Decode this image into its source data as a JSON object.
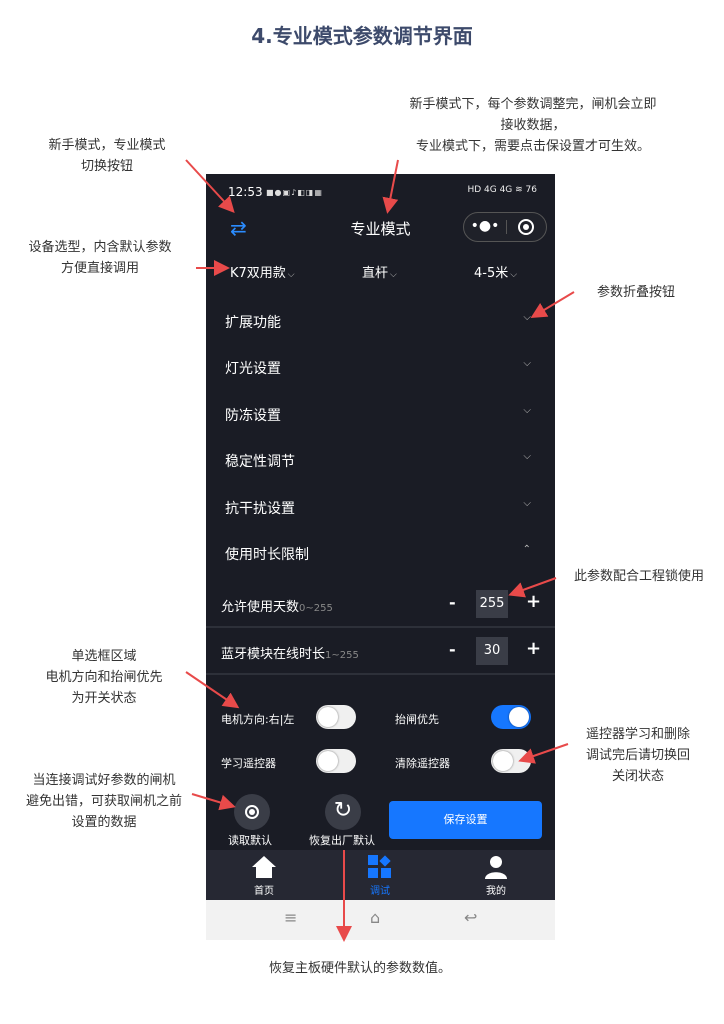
{
  "doc": {
    "title": "4.专业模式参数调节界面",
    "annotations": {
      "switch_note_1": "新手模式，专业模式",
      "switch_note_2": "切换按钮",
      "instant_note_1": "新手模式下，每个参数调整完，闸机会立即",
      "instant_note_2": "接收数据，",
      "instant_note_3": "专业模式下，需要点击保设置才可生效。",
      "device_note_1": "设备选型，内含默认参数",
      "device_note_2": "方便直接调用",
      "collapse_note": "参数折叠按钮",
      "lock_note": "此参数配合工程锁使用",
      "toggle_note_1": "单选框区域",
      "toggle_note_2": "电机方向和抬闸优先",
      "toggle_note_3": "为开关状态",
      "remote_note_1": "遥控器学习和删除",
      "remote_note_2": "调试完后请切换回",
      "remote_note_3": "关闭状态",
      "read_note_1": "当连接调试好参数的闸机",
      "read_note_2": "避免出错，可获取闸机之前",
      "read_note_3": "设置的数据",
      "factory_note": "恢复主板硬件默认的参数数值。"
    }
  },
  "phone": {
    "status": {
      "time": "12:53",
      "right": "HD 4G 4G ≋ 76"
    },
    "title": "专业模式",
    "selectors": [
      {
        "label": "K7双用款"
      },
      {
        "label": "直杆"
      },
      {
        "label": "4-5米"
      }
    ],
    "sections": [
      {
        "label": "扩展功能",
        "state": "collapsed"
      },
      {
        "label": "灯光设置",
        "state": "collapsed"
      },
      {
        "label": "防冻设置",
        "state": "collapsed"
      },
      {
        "label": "稳定性调节",
        "state": "collapsed"
      },
      {
        "label": "抗干扰设置",
        "state": "collapsed"
      },
      {
        "label": "使用时长限制",
        "state": "expanded"
      }
    ],
    "params": [
      {
        "label": "允许使用天数",
        "range": "0~255",
        "value": "255"
      },
      {
        "label": "蓝牙模块在线时长",
        "range": "1~255",
        "value": "30"
      }
    ],
    "toggles": [
      {
        "label": "电机方向:右|左",
        "on": false
      },
      {
        "label": "抬闸优先",
        "on": true
      },
      {
        "label": "学习遥控器",
        "on": false
      },
      {
        "label": "清除遥控器",
        "on": false
      }
    ],
    "actions": {
      "read_default": "读取默认",
      "restore_factory": "恢复出厂默认",
      "save": "保存设置"
    },
    "tabs": [
      {
        "label": "首页",
        "icon": "home-icon"
      },
      {
        "label": "调试",
        "icon": "debug-grid-icon",
        "active": true
      },
      {
        "label": "我的",
        "icon": "user-icon"
      }
    ],
    "colors": {
      "accent": "#1677ff",
      "background": "#1a1c25",
      "annotation_arrow": "#e84a4a"
    }
  }
}
